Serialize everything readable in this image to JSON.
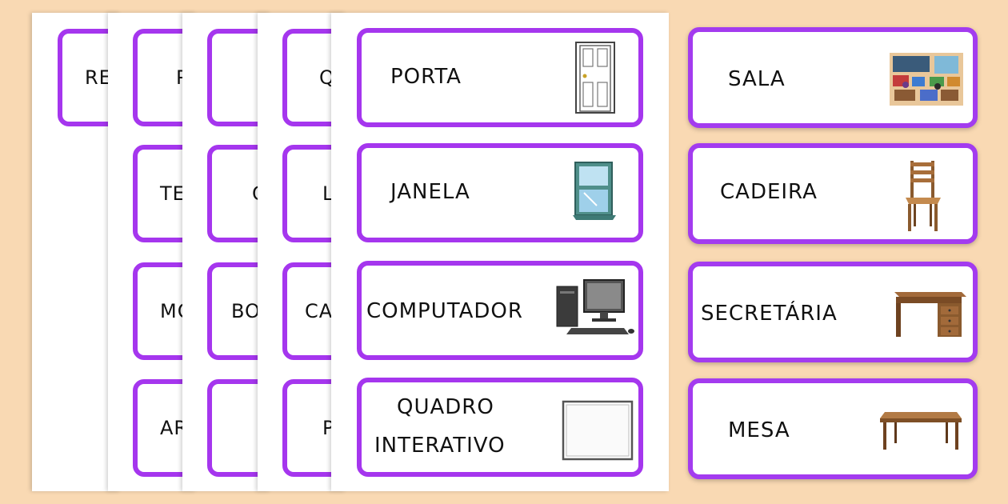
{
  "background_color": "#f9d9b3",
  "card_border_color": "#a536ee",
  "back_sheets": [
    {
      "labels": [
        "RE"
      ]
    },
    {
      "labels": [
        "P",
        "TE",
        "MO",
        "AR"
      ]
    },
    {
      "labels": [
        "",
        "C",
        "BO",
        ""
      ]
    },
    {
      "labels": [
        "Q",
        "L",
        "CA",
        "P"
      ]
    }
  ],
  "front_sheet": {
    "cards": [
      {
        "label": "PORTA",
        "icon": "door-icon"
      },
      {
        "label": "JANELA",
        "icon": "window-icon"
      },
      {
        "label": "COMPUTADOR",
        "icon": "computer-icon"
      },
      {
        "label_line1": "QUADRO",
        "label_line2": "INTERATIVO",
        "icon": "whiteboard-icon"
      }
    ]
  },
  "loose_cards": [
    {
      "label": "SALA",
      "icon": "classroom-icon"
    },
    {
      "label": "CADEIRA",
      "icon": "chair-icon"
    },
    {
      "label": "SECRETÁRIA",
      "icon": "desk-icon"
    },
    {
      "label": "MESA",
      "icon": "table-icon"
    }
  ]
}
